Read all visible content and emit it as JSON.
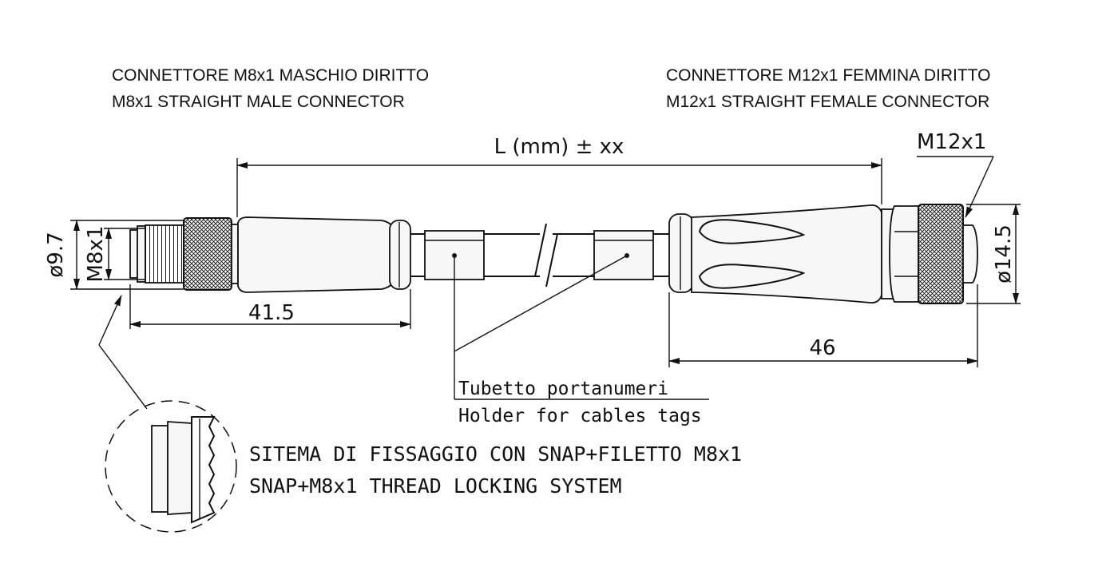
{
  "left_connector": {
    "title_it": "CONNETTORE M8x1 MASCHIO DIRITTO",
    "title_en": "M8x1 STRAIGHT MALE CONNECTOR"
  },
  "right_connector": {
    "title_it": "CONNETTORE M12x1 FEMMINA DIRITTO",
    "title_en": "M12x1 STRAIGHT FEMALE CONNECTOR"
  },
  "dimensions": {
    "length": "L (mm) ± xx",
    "left_length": "41.5",
    "right_length": "46",
    "left_outer_diameter": "ø9.7",
    "left_thread": "M8x1",
    "right_thread": "M12x1",
    "right_outer_diameter": "ø14.5"
  },
  "tag_holder": {
    "label_it": "Tubetto portanumeri",
    "label_en": "Holder for cables tags"
  },
  "detail": {
    "label_it": "SITEMA DI FISSAGGIO CON SNAP+FILETTO M8x1",
    "label_en": "SNAP+M8x1 THREAD LOCKING SYSTEM"
  }
}
